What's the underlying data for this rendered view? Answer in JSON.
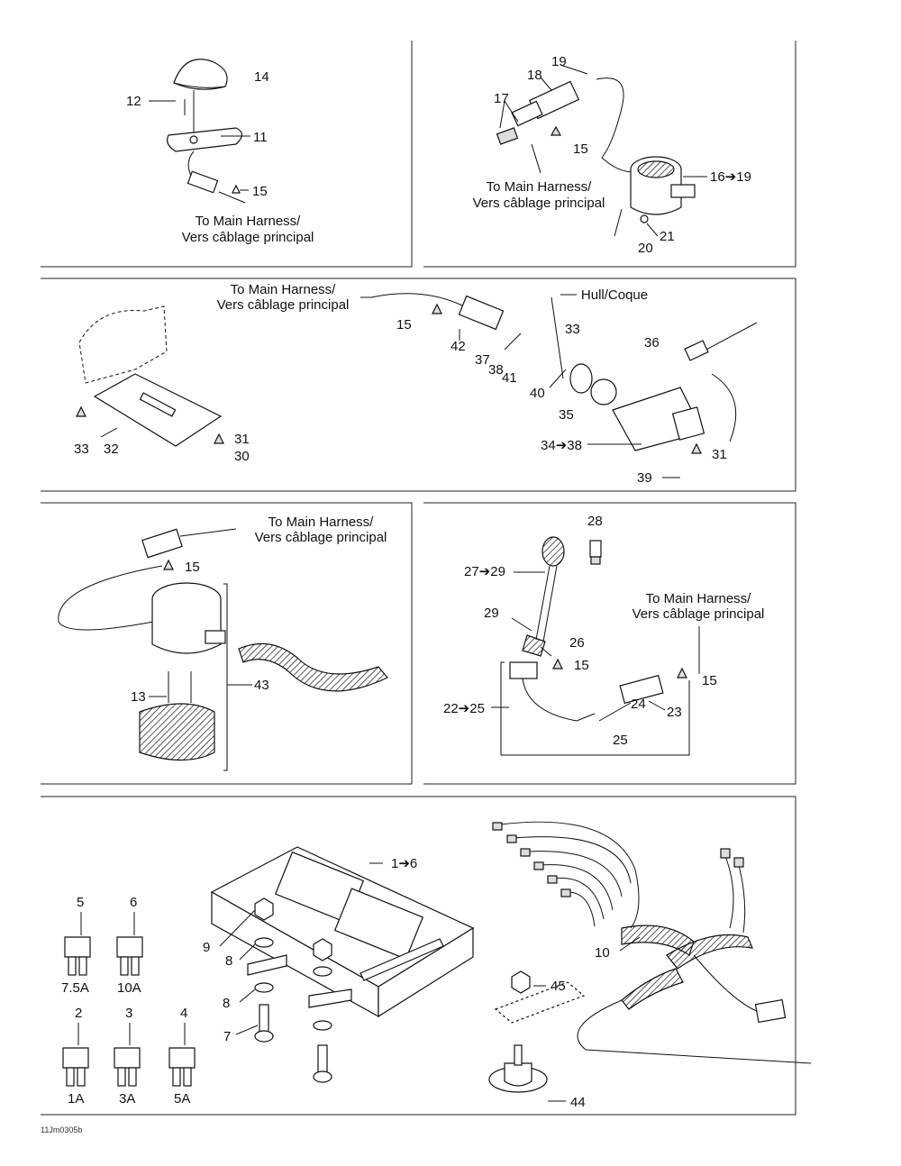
{
  "notes": {
    "main_harness_line1": "To Main Harness/",
    "main_harness_line2": "Vers câblage principal",
    "hull": "Hull/Coque"
  },
  "panel1": {
    "labels": {
      "l14": "14",
      "l12": "12",
      "l11": "11",
      "l15": "15"
    }
  },
  "panel2": {
    "labels": {
      "l19": "19",
      "l18": "18",
      "l17": "17",
      "l15": "15",
      "l16_19": "16➔19",
      "l21": "21",
      "l20": "20"
    }
  },
  "panel3": {
    "labels": {
      "l15": "15",
      "l42": "42",
      "l37": "37",
      "l38": "38",
      "l41": "41",
      "l33a": "33",
      "l40": "40",
      "l35": "35",
      "l36": "36",
      "l33b": "33",
      "l32": "32",
      "l31a": "31",
      "l30": "30",
      "l34_38": "34➔38",
      "l31b": "31",
      "l39": "39"
    }
  },
  "panel4": {
    "labels": {
      "l15": "15",
      "l13": "13",
      "l43": "43"
    }
  },
  "panel5": {
    "labels": {
      "l28": "28",
      "l27_29": "27➔29",
      "l29": "29",
      "l26": "26",
      "l15a": "15",
      "l15b": "15",
      "l22_25": "22➔25",
      "l24": "24",
      "l23": "23",
      "l25": "25"
    }
  },
  "panel6": {
    "labels": {
      "l1_6": "1➔6",
      "l9": "9",
      "l8a": "8",
      "l8b": "8",
      "l7": "7",
      "l10": "10",
      "l45": "45",
      "l44": "44"
    },
    "fuses": [
      {
        "item": "5",
        "rating": "7.5A"
      },
      {
        "item": "6",
        "rating": "10A"
      },
      {
        "item": "2",
        "rating": "1A"
      },
      {
        "item": "3",
        "rating": "3A"
      },
      {
        "item": "4",
        "rating": "5A"
      }
    ]
  },
  "drawing_code": "11Jm0305b"
}
